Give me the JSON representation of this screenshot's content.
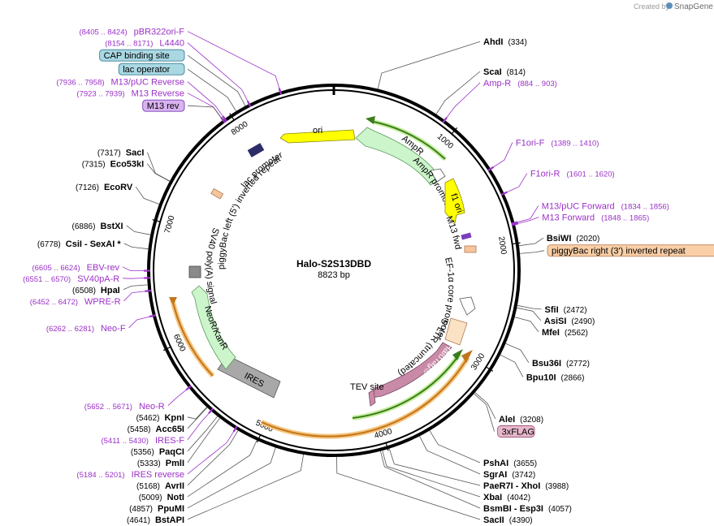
{
  "brand": {
    "created_by": "Created by",
    "app_name": "SnapGene"
  },
  "plasmid": {
    "name": "Halo-S2S13DBD",
    "length": "8823 bp"
  },
  "scale": {
    "ticks": [
      {
        "text": "1000",
        "bp": 1000
      },
      {
        "text": "2000",
        "bp": 2000
      },
      {
        "text": "3000",
        "bp": 3000
      },
      {
        "text": "4000",
        "bp": 4000
      },
      {
        "text": "5000",
        "bp": 5000
      },
      {
        "text": "6000",
        "bp": 6000
      },
      {
        "text": "7000",
        "bp": 7000
      },
      {
        "text": "8000",
        "bp": 8000
      }
    ]
  },
  "enzymes": [
    {
      "name": "AhdI",
      "pos": "(334)",
      "bp": 334
    },
    {
      "name": "ScaI",
      "pos": "(814)",
      "bp": 814
    },
    {
      "name": "BsiWI",
      "pos": "(2020)",
      "bp": 2020
    },
    {
      "name": "SfiI",
      "pos": "(2472)",
      "bp": 2472
    },
    {
      "name": "AsiSI",
      "pos": "(2490)",
      "bp": 2490
    },
    {
      "name": "MfeI",
      "pos": "(2562)",
      "bp": 2562
    },
    {
      "name": "Bsu36I",
      "pos": "(2772)",
      "bp": 2772
    },
    {
      "name": "Bpu10I",
      "pos": "(2866)",
      "bp": 2866
    },
    {
      "name": "AleI",
      "pos": "(3208)",
      "bp": 3208
    },
    {
      "name": "PshAI",
      "pos": "(3655)",
      "bp": 3655
    },
    {
      "name": "SgrAI",
      "pos": "(3742)",
      "bp": 3742
    },
    {
      "name": "PaeR7I  - XhoI",
      "pos": "(3988)",
      "bp": 3988
    },
    {
      "name": "XbaI",
      "pos": "(4042)",
      "bp": 4042
    },
    {
      "name": "BsmBI  - Esp3I",
      "pos": "(4057)",
      "bp": 4057
    },
    {
      "name": "SacII",
      "pos": "(4390)",
      "bp": 4390
    },
    {
      "name": "BstAPI",
      "pos": "(4641)",
      "bp": 4641
    },
    {
      "name": "PpuMI",
      "pos": "(4857)",
      "bp": 4857
    },
    {
      "name": "NotI",
      "pos": "(5009)",
      "bp": 5009
    },
    {
      "name": "AvrII",
      "pos": "(5168)",
      "bp": 5168
    },
    {
      "name": "PmlI",
      "pos": "(5333)",
      "bp": 5333
    },
    {
      "name": "PaqCI",
      "pos": "(5356)",
      "bp": 5356
    },
    {
      "name": "Acc65I",
      "pos": "(5458)",
      "bp": 5458
    },
    {
      "name": "KpnI",
      "pos": "(5462)",
      "bp": 5462
    },
    {
      "name": "HpaI",
      "pos": "(6508)",
      "bp": 6508
    },
    {
      "name": "CsiI  - SexAI *",
      "pos": "(6778)",
      "bp": 6778
    },
    {
      "name": "BstXI",
      "pos": "(6886)",
      "bp": 6886
    },
    {
      "name": "EcoRV",
      "pos": "(7126)",
      "bp": 7126
    },
    {
      "name": "Eco53kI",
      "pos": "(7315)",
      "bp": 7315
    },
    {
      "name": "SacI",
      "pos": "(7317)",
      "bp": 7317
    }
  ],
  "primers": [
    {
      "name": "pBR322ori-F",
      "pos": "(8405 .. 8424)",
      "bp": 8414
    },
    {
      "name": "L4440",
      "pos": "(8154 .. 8171)",
      "bp": 8162
    },
    {
      "name": "M13/pUC Reverse",
      "pos": "(7936 .. 7958)",
      "bp": 7947
    },
    {
      "name": "M13 Reverse",
      "pos": "(7923 .. 7939)",
      "bp": 7931
    },
    {
      "name": "Amp-R",
      "pos": "(884 .. 903)",
      "bp": 893
    },
    {
      "name": "F1ori-F",
      "pos": "(1389 .. 1410)",
      "bp": 1399
    },
    {
      "name": "F1ori-R",
      "pos": "(1601 .. 1620)",
      "bp": 1610
    },
    {
      "name": "M13/pUC Forward",
      "pos": "(1834 .. 1856)",
      "bp": 1845
    },
    {
      "name": "M13 Forward",
      "pos": "(1848 .. 1865)",
      "bp": 1856
    },
    {
      "name": "EBV-rev",
      "pos": "(6605 .. 6624)",
      "bp": 6614
    },
    {
      "name": "SV40pA-R",
      "pos": "(6551 .. 6570)",
      "bp": 6560
    },
    {
      "name": "WPRE-R",
      "pos": "(6452 .. 6472)",
      "bp": 6462
    },
    {
      "name": "Neo-F",
      "pos": "(6262 .. 6281)",
      "bp": 6271
    },
    {
      "name": "Neo-R",
      "pos": "(5652 .. 5671)",
      "bp": 5661
    },
    {
      "name": "IRES-F",
      "pos": "(5411 .. 5430)",
      "bp": 5420
    },
    {
      "name": "IRES reverse",
      "pos": "(5184 .. 5201)",
      "bp": 5192
    }
  ],
  "boxes": [
    {
      "text": "CAP binding site",
      "bp": 8130
    },
    {
      "text": "lac operator",
      "bp": 8050
    },
    {
      "text": "M13 rev",
      "bp": 7930
    },
    {
      "text": "piggyBac right (3') inverted repeat",
      "bp": 2080
    },
    {
      "text": "3xFLAG",
      "bp": 3220
    }
  ],
  "features": {
    "ori": "ori",
    "ampr": "AmpR",
    "ampr_promoter": "AmpR promoter",
    "f1_ori": "f1 ori",
    "m13_fwd": "M13 fwd",
    "ef1a": "EF-1α core promoter",
    "ltr": "5' LTR (truncated)",
    "halotag": "HaloTag®",
    "tev": "TEV site",
    "ires": "IRES",
    "neor": "NeoR/KanR",
    "sv40": "SV40 poly(A) signal",
    "pb_left": "piggyBac left (5') inverted repeat",
    "lac_promoter": "lac promoter"
  }
}
